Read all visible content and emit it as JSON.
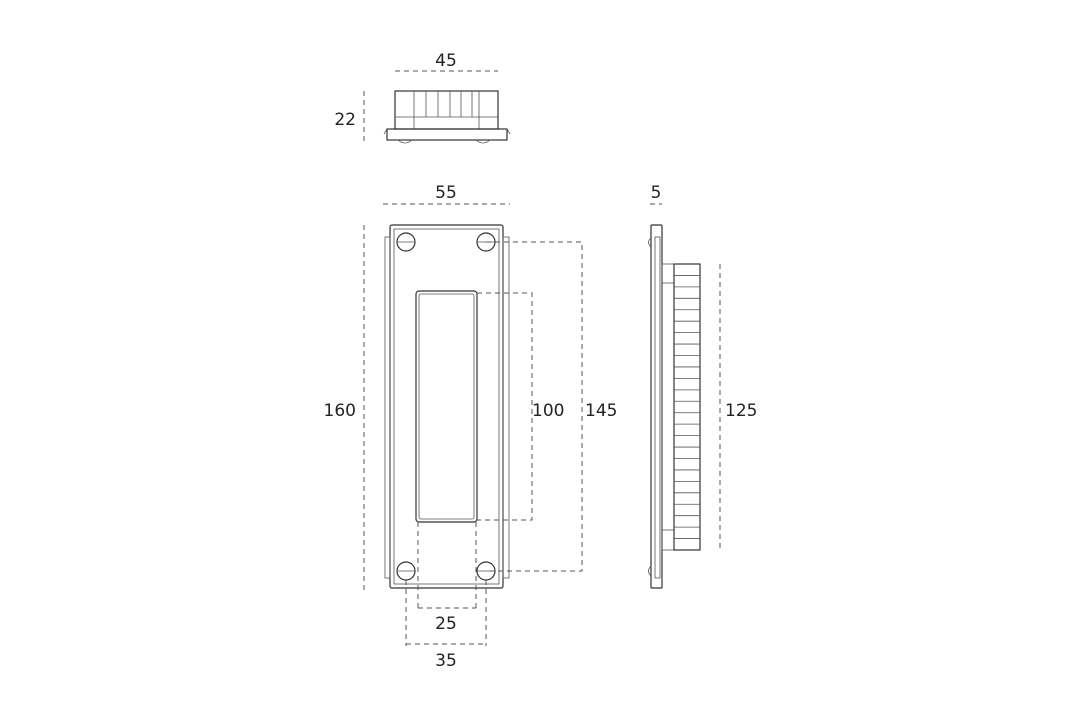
{
  "dimensions": {
    "top_width": "45",
    "top_depth": "22",
    "front_width": "55",
    "front_height": "160",
    "recess_height": "100",
    "screw_spacing_vertical": "145",
    "recess_width": "25",
    "screw_spacing_horizontal": "35",
    "plate_thickness": "5",
    "side_body_height": "125"
  },
  "colors": {
    "line": "#333333",
    "dimension": "#555555"
  }
}
